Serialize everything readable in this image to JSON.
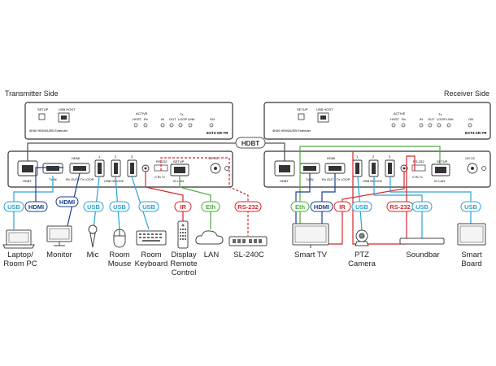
{
  "sides": {
    "transmitter": "Transmitter Side",
    "receiver": "Receiver Side"
  },
  "tx_front": {
    "setup": "SETUP",
    "usb_host": "USB HOST",
    "active": "ACTIVE",
    "host": "HOST",
    "rx": "Rx",
    "in": "IN",
    "out": "OUT",
    "tx": "Tx",
    "loop": "LOOP",
    "link": "LINK",
    "on": "ON",
    "desc": "4K60 HDMI/USB Extender",
    "model": "EXT3-XR-TR"
  },
  "rx_front": {
    "setup": "SETUP",
    "usb_host": "USB HOST",
    "active": "ACTIVE",
    "host": "HOST",
    "rx": "Rx",
    "in": "IN",
    "out": "OUT",
    "tx": "Tx",
    "loop": "LOOP",
    "link": "LINK",
    "on": "ON",
    "desc": "4K60 HDMI/USB Extender",
    "model": "EXT3-XR-TR"
  },
  "tx_rear": {
    "hdbt": "HDBT",
    "hdmi": "HDMI",
    "tx_in": "Tx IN",
    "rx_out": "Rx OUT / Tx LOOP",
    "usb_device": "USB DEVICE",
    "rs232": "RS-232",
    "setup": "SETUP",
    "g_rx_tx": "G Rx Tx",
    "io_lan": "IO LAN",
    "power": "12V DC",
    "n1": "1",
    "n2": "2",
    "n3": "3"
  },
  "rx_rear": {
    "hdbt": "HDBT",
    "hdmi": "HDMI",
    "tx_in": "Tx IN",
    "rx_out": "Rx OUT / Tx LOOP",
    "usb_device": "USB DEVICE",
    "rs232": "RS-232",
    "setup": "SETUP",
    "g_rx_tx": "G Rx Tx",
    "io_lan": "IO LAN",
    "power": "12V DC",
    "n1": "1",
    "n2": "2",
    "n3": "3"
  },
  "link_label": "HDBT",
  "tags": {
    "t1": "USB",
    "t2": "HDMI",
    "t3": "HDMI",
    "t4": "USB",
    "t5": "USB",
    "t6": "USB",
    "t7": "IR",
    "t8": "Eth",
    "t9": "RS-232",
    "r1": "Eth",
    "r2": "HDMI",
    "r3": "IR",
    "r4": "USB",
    "r5": "RS-232",
    "r6": "USB",
    "r7": "USB"
  },
  "devices": {
    "laptop": "Laptop/\nRoom PC",
    "monitor": "Monitor",
    "mic": "Mic",
    "mouse": "Room\nMouse",
    "keyboard": "Room\nKeyboard",
    "remote": "Display\nRemote\nControl",
    "lan": "LAN",
    "sl240c": "SL-240C",
    "smart_tv": "Smart TV",
    "ptz": "PTZ\nCamera",
    "soundbar": "Soundbar",
    "smart_board": "Smart\nBoard"
  },
  "colors": {
    "usb": "#2aa3d4",
    "hdmi": "#1b3f8f",
    "ir": "#d6262c",
    "rs232": "#d6262c",
    "eth": "#4cac3c",
    "hdbt": "#555555"
  }
}
